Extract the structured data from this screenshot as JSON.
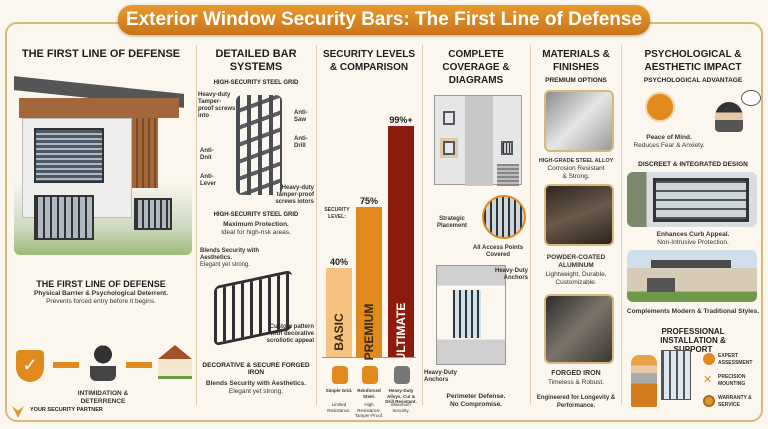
{
  "title": "Exterior Window Security Bars: The First Line of Defense",
  "panel1": {
    "heading": "THE FIRST LINE OF DEFENSE",
    "subheading": "THE FIRST LINE OF DEFENSE",
    "line1": "Physical Barrier & Psychological Deterrent.",
    "line2": "Prevents forced entry before it begins.",
    "flow_label": "INTIMIDATION & DETERRENCE",
    "brand": "YOUR SECURITY PARTNER"
  },
  "panel2": {
    "heading": "DETAILED BAR SYSTEMS",
    "grid_title": "HIGH-SECURITY STEEL GRID",
    "callouts": [
      "Heavy-duty Tamper-proof screws into",
      "Anti-Saw",
      "Anti-Drill",
      "Anti-Dnit",
      "Anti-Lever",
      "Heavy-duty tamper-proof screws iotors"
    ],
    "grid_caption_title": "HIGH-SECURITY STEEL GRID",
    "grid_caption_1": "Maximum Protection.",
    "grid_caption_2": "Ideal for high-risk areas.",
    "iron_callout_1": "Blends Security with Aesthetics.",
    "iron_callout_2": "Elegant yet strong.",
    "iron_callout_3": "Custom pattern with decorative scrollotic appeal",
    "iron_title": "DECORATIVE & SECURE FORGED IRON",
    "iron_caption_1": "Blends Security with Aesthetics.",
    "iron_caption_2": "Elegant yet strong."
  },
  "panel3": {
    "heading": "SECURITY LEVELS & COMPARISON",
    "level_label": "SECURITY LEVEL:",
    "levels": [
      {
        "name": "BASIC",
        "value": 40,
        "value_label": "40%",
        "color": "#f6c27f",
        "desc_bold": "Simple Grid.",
        "desc": "Limited Resistance."
      },
      {
        "name": "PREMIUM",
        "value": 75,
        "value_label": "75%",
        "color": "#e08a1e",
        "desc_bold": "Reinforced Steel.",
        "desc": "High Resistance. Tamper-Proof."
      },
      {
        "name": "ULTIMATE",
        "value": 99,
        "value_label": "99%+",
        "color": "#8e1c0e",
        "desc_bold": "Heavy-Duty Alloys. Cut & Drill Resistant.",
        "desc": "Maximum Security."
      }
    ]
  },
  "panel4": {
    "heading": "COMPLETE COVERAGE & DIAGRAMS",
    "strategic": "Strategic Placement",
    "access": "All Access Points Covered",
    "anchors_top": "Heavy-Duty Anchors",
    "anchors_bottom": "Heavy-Duty Anchors",
    "caption_1": "Perimeter Defense.",
    "caption_2": "No Compromise."
  },
  "panel5": {
    "heading": "MATERIALS & FINISHES",
    "subheading": "PREMIUM OPTIONS",
    "materials": [
      {
        "title": "HIGH-GRADE STEEL ALLOY",
        "desc": "Corrosion Resistant & Strong."
      },
      {
        "title": "POWDER-COATED ALUMINUM",
        "desc": "Lightweight, Durable, Customizable."
      },
      {
        "title": "FORGED IRON",
        "desc": "Timeless & Robust."
      }
    ],
    "footer": "Engineered for Longevity & Performance."
  },
  "panel6": {
    "heading": "PSYCHOLOGICAL & AESTHETIC IMPACT",
    "psych_title": "PSYCHOLOGICAL ADVANTAGE",
    "psych_bold": "Peace of Mind.",
    "psych_text": "Reduces Fear & Anxiety.",
    "design_title": "DISCREET & INTEGRATED DESIGN",
    "design_bold": "Enhances Curb Appeal.",
    "design_text": "Non-Intrusive Protection.",
    "styles_caption": "Complements Modern & Traditional Styles.",
    "install_title": "PROFESSIONAL INSTALLATION & SUPPORT",
    "services": [
      "EXPERT ASSESSMENT",
      "PRECISION MOUNTING",
      "WARRANTY & SERVICE"
    ]
  },
  "colors": {
    "accent": "#e08a1e",
    "banner": "#d9821f",
    "dark_red": "#8e1c0e",
    "background": "#fbf7ee"
  }
}
